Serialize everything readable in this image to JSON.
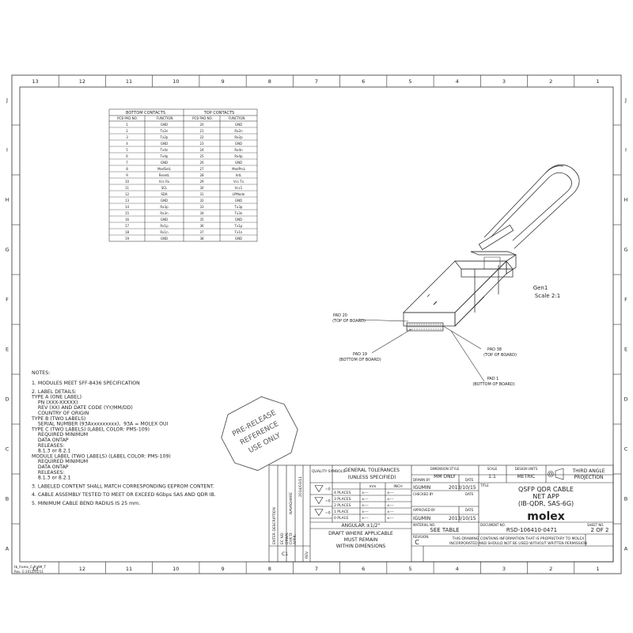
{
  "zones": {
    "columns": [
      "13",
      "12",
      "11",
      "10",
      "9",
      "8",
      "7",
      "6",
      "5",
      "4",
      "3",
      "2",
      "1"
    ],
    "rows": [
      "J",
      "I",
      "H",
      "G",
      "F",
      "E",
      "D",
      "C",
      "B",
      "A"
    ]
  },
  "contacts_table": {
    "bottom_header": "BOTTOM CONTACTS",
    "top_header": "TOP CONTACTS",
    "col_headers": [
      "PCB PAD NO.",
      "FUNCTION",
      "PCB PAD NO.",
      "FUNCTION"
    ],
    "rows": [
      [
        "1",
        "GND",
        "20",
        "GND"
      ],
      [
        "2",
        "Tx2n",
        "21",
        "Rx2n"
      ],
      [
        "3",
        "Tx2p",
        "22",
        "Rx2p"
      ],
      [
        "4",
        "GND",
        "23",
        "GND"
      ],
      [
        "5",
        "Tx4n",
        "24",
        "Rx4n"
      ],
      [
        "6",
        "Tx4p",
        "25",
        "Rx4p"
      ],
      [
        "7",
        "GND",
        "26",
        "GND"
      ],
      [
        "8",
        "ModSelL",
        "27",
        "ModPrsL"
      ],
      [
        "9",
        "ResetL",
        "28",
        "IntL"
      ],
      [
        "10",
        "Vcc Rx",
        "29",
        "Vcc Tx"
      ],
      [
        "11",
        "SCL",
        "30",
        "Vcc1"
      ],
      [
        "12",
        "SDA",
        "31",
        "LPMode"
      ],
      [
        "13",
        "GND",
        "32",
        "GND"
      ],
      [
        "14",
        "Rx3p",
        "33",
        "Tx3p"
      ],
      [
        "15",
        "Rx3n",
        "34",
        "Tx3n"
      ],
      [
        "16",
        "GND",
        "35",
        "GND"
      ],
      [
        "17",
        "Rx1p",
        "36",
        "Tx1p"
      ],
      [
        "18",
        "Rx1n",
        "37",
        "Tx1n"
      ],
      [
        "19",
        "GND",
        "38",
        "GND"
      ]
    ]
  },
  "drawing": {
    "gen_label": "Gen1",
    "scale_label": "Scale 2:1",
    "pad20_line1": "PAD 20",
    "pad20_line2": "(TOP OF BOARD)",
    "pad19_line1": "PAD 19",
    "pad19_line2": "(BOTTOM OF BOARD)",
    "pad38_line1": "PAD 38",
    "pad38_line2": "(TOP OF BOARD)",
    "pad1_line1": "PAD 1",
    "pad1_line2": "(BOTTOM OF BOARD)"
  },
  "stamp": {
    "line1": "PRE-RELEASE",
    "line2": "REFERENCE",
    "line3": "USE ONLY"
  },
  "notes": {
    "title": "NOTES:",
    "lines": [
      "1. MODULES MEET SFF-8436 SPECIFICATION",
      "",
      "2. LABEL DETAILS:",
      "TYPE A (ONE LABEL)",
      "    PN (XXX-XXXXX)",
      "    REV (XX) AND DATE CODE (YY/MM/DD)",
      "    COUNTRY OF ORIGIN",
      "TYPE B (TWO LABELS)",
      "    SERIAL NUMBER (93Axxxxxxxxx),  93A = MOLEX OUI",
      "TYPE C (TWO LABELS) (LABEL COLOR: PMS-109)",
      "    REQUIRED MINIMUM",
      "    DATA ONTAP",
      "    RELEASES:",
      "    8.1.3 or 8.2.1",
      "MODULE LABEL (TWO LABELS) (LABEL COLOR: PMS-109)",
      "    REQUIRED MINIMUM",
      "    DATA ONTAP",
      "    RELEASES:",
      "    8.1.3 or 8.2.1",
      "",
      "3. LABELED CONTENT SHALL MATCH CORRESPONDING EEPROM CONTENT.",
      "",
      "4. CABLE ASSEMBLY TESTED TO MEET OR EXCEED 6Gbps SAS AND QDR IB.",
      "",
      "5. MINIMUM CABLE BEND RADIUS IS 25 mm."
    ]
  },
  "title_block": {
    "revision_vertical": [
      "ENTER DESCRIPTION",
      "EC NO:",
      "DRWN:",
      "CHK'D:",
      "APPR:"
    ],
    "rev_date": "2014/03/11",
    "drawn_by_vertical": "NAVAGHARE",
    "rev_letter": "C1",
    "rev_label": "REV",
    "quality_symbols": "QUALITY SYMBOLS",
    "general_tolerances": "GENERAL TOLERANCES",
    "unless_specified": "(UNLESS SPECIFIED)",
    "col_mm": "mm",
    "col_inch": "INCH",
    "places": [
      "4 PLACES",
      "3 PLACES",
      "2 PLACES",
      "1 PLACE",
      "0 PLACE"
    ],
    "tolerance_val": "±---",
    "angular": "ANGULAR ±1/2°",
    "draft1": "DRAFT WHERE APPLICABLE",
    "draft2": "MUST REMAIN",
    "draft3": "WITHIN DIMENSIONS",
    "dimension_style_label": "DIMENSION STYLE",
    "dimension_style": "MM ONLY",
    "scale_label": "SCALE",
    "scale": "1:1",
    "design_units_label": "DESIGN UNITS",
    "design_units": "METRIC",
    "projection_line1": "THIRD ANGLE",
    "projection_line2": "PROJECTION",
    "drawn_by_label": "DRAWN BY",
    "drawn_by": "IGUMIN",
    "date_label": "DATE",
    "drawn_date": "2013/10/15",
    "checked_by_label": "CHECKED BY",
    "approved_by_label": "APPROVED BY",
    "approved_by": "IGUMIN",
    "approved_date": "2013/10/15",
    "title_label": "TITLE",
    "title1": "QSFP QDR CABLE",
    "title2": "NET APP",
    "title3": "(IB-QDR, SAS-6G)",
    "brand": "molex",
    "material_label": "MATERIAL NO.",
    "material": "SEE TABLE",
    "document_label": "DOCUMENT NO.",
    "document": "RSD-106410-0471",
    "sheet_label": "SHEET NO.",
    "sheet": "2 OF 2",
    "revision_label": "REVISION:",
    "revision": "C",
    "proprietary1": "THIS DRAWING CONTAINS INFORMATION THAT IS PROPRIETARY TO MOLEX",
    "proprietary2": "INCORPORATED AND SHOULD NOT BE USED WITHOUT WRITTEN PERMISSION"
  },
  "frame_footer": {
    "line1": "tb_frame_C_P_AM_T",
    "line2": "Rev. G  2012/01/11"
  }
}
